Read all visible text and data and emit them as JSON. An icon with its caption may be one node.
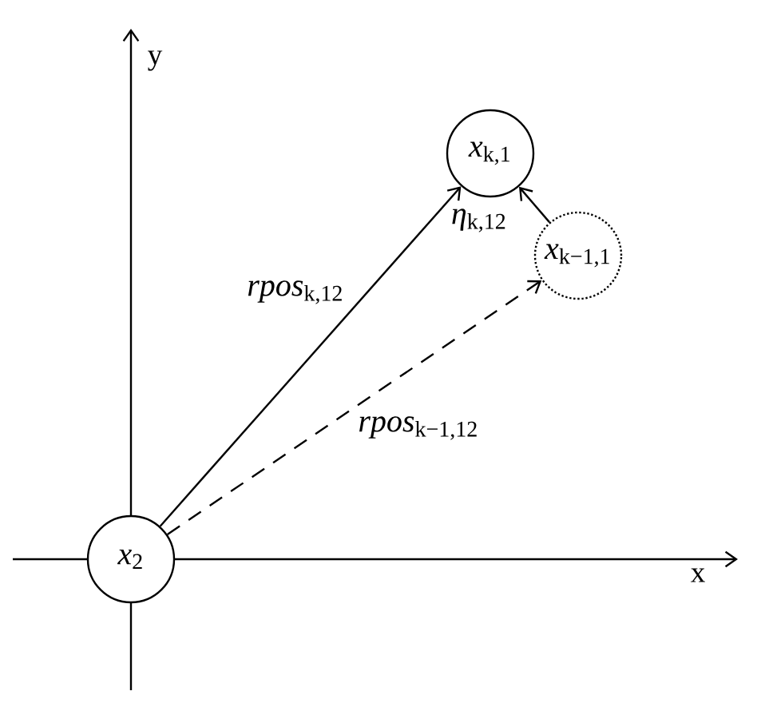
{
  "diagram": {
    "nodes": [
      {
        "text": [
          "*x*$_{2}$"
        ]
      },
      {
        "text": [
          "*x*$_{k,1}$"
        ]
      },
      {
        "text": [
          "*x*$_{k−1,1}$"
        ]
      }
    ],
    "edges": [
      {
        "from": 0,
        "to": 1,
        "arrow": "to",
        "label": "*rpos*$_{k,12}$"
      },
      {
        "from": 0,
        "to": 2,
        "arrow": "to",
        "label": "*rpos*$_{k−1,12}$",
        "style": "dashed"
      },
      {
        "from": 2,
        "to": 1,
        "arrow": "to",
        "label": "*η*$_{k,12}$"
      }
    ],
    "labels": [
      "y",
      "x"
    ]
  }
}
